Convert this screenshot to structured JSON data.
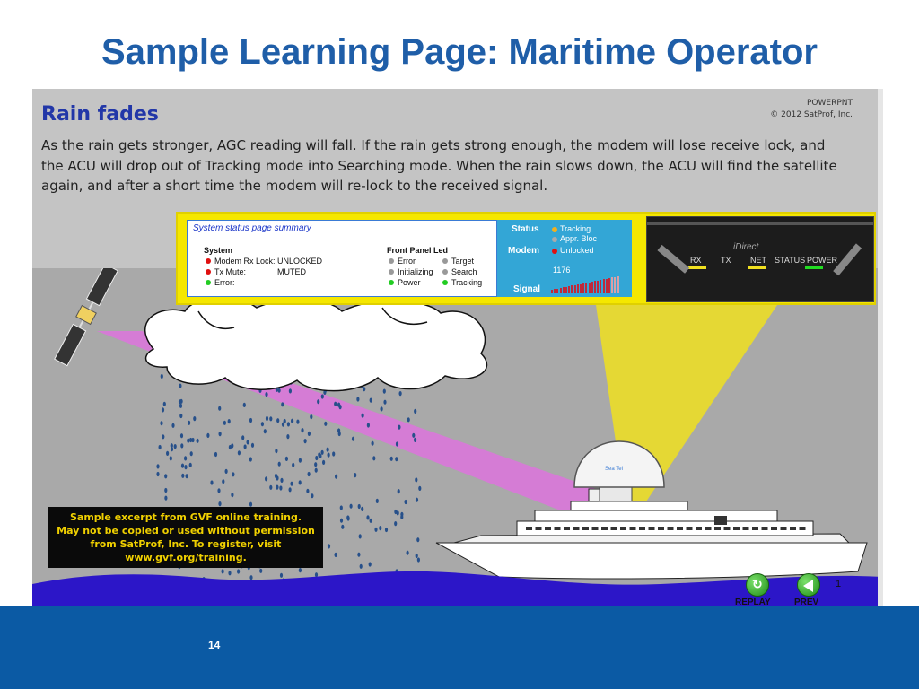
{
  "slide": {
    "title": "Sample Learning Page: Maritime Operator",
    "page_number": "14"
  },
  "lesson": {
    "title": "Rain fades",
    "copyright_line1": "POWERPNT",
    "copyright_line2": "© 2012 SatProf, Inc.",
    "body": "As the rain gets stronger, AGC reading will fall.  If the rain gets strong enough, the modem will lose receive lock, and the ACU will drop out of Tracking mode into Searching mode.   When the rain slows down, the ACU will find the satellite again, and after a short time the modem will re-lock to the received signal."
  },
  "summary": {
    "header": "System status page summary",
    "system_label": "System",
    "rows": [
      {
        "label": "Modem Rx Lock:",
        "value": "UNLOCKED",
        "color": "#e01010"
      },
      {
        "label": "Tx Mute:",
        "value": "MUTED",
        "color": "#e01010"
      },
      {
        "label": "Error:",
        "value": "",
        "color": "#22cc22"
      }
    ],
    "front_panel_label": "Front Panel Led",
    "leds": [
      {
        "label": "Error",
        "color": "#999999"
      },
      {
        "label": "Target",
        "color": "#999999"
      },
      {
        "label": "Initializing",
        "color": "#999999"
      },
      {
        "label": "Search",
        "color": "#999999"
      },
      {
        "label": "Power",
        "color": "#22cc22"
      },
      {
        "label": "Tracking",
        "color": "#22cc22"
      }
    ]
  },
  "status": {
    "status_label": "Status",
    "status_items": [
      {
        "label": "Tracking",
        "color": "#f0b020"
      },
      {
        "label": "Appr. Bloc",
        "color": "#aaaaaa"
      }
    ],
    "modem_label": "Modem",
    "modem_value": "Unlocked",
    "modem_color": "#e01010",
    "signal_value": "1176",
    "signal_label": "Signal"
  },
  "led_panel": {
    "brand": "iDirect",
    "labels": [
      "RX",
      "TX",
      "NET",
      "STATUS",
      "POWER"
    ],
    "colors": [
      "#f0e020",
      "",
      "#f0e020",
      "",
      "#22dd22"
    ]
  },
  "notice": {
    "line1": "Sample excerpt from GVF online training.",
    "line2": "May not be copied or used without permission",
    "line3": "from SatProf, Inc.  To register, visit",
    "line4": "www.gvf.org/training."
  },
  "nav": {
    "replay_label": "REPLAY",
    "prev_label": "PREV",
    "slide_index": "1"
  },
  "colors": {
    "title_blue": "#1f5ea8",
    "footer_blue": "#0b5aa4",
    "sea": "#2c16c8",
    "beam": "#e070e0",
    "cone": "#f0e020"
  }
}
